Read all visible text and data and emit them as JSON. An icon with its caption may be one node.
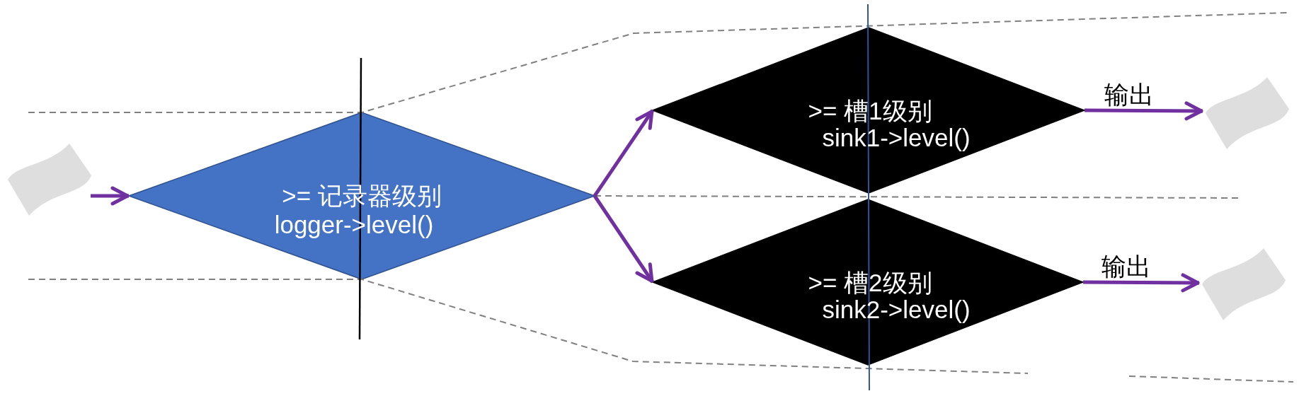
{
  "diagram": {
    "nodes": [
      {
        "text": [],
        "shape": "wave"
      },
      {
        "text": [
          ">= 记录器级别",
          "logger->level()"
        ]
      },
      {
        "text": [
          ">= 槽1级别",
          "sink1->level()"
        ]
      },
      {
        "text": [
          ">= 槽2级别",
          "sink2->level()"
        ]
      },
      {
        "text": [],
        "shape": "wave"
      },
      {
        "text": [],
        "shape": "wave"
      }
    ],
    "edges": [
      {
        "from": 0,
        "to": 1,
        "arrow": "to"
      },
      {
        "from": 1,
        "to": 2,
        "arrow": "to"
      },
      {
        "from": 1,
        "to": 3,
        "arrow": "to"
      },
      {
        "from": 2,
        "to": 4,
        "arrow": "to",
        "label": "输出"
      },
      {
        "from": 3,
        "to": 5,
        "arrow": "to",
        "label": "输出"
      }
    ]
  }
}
